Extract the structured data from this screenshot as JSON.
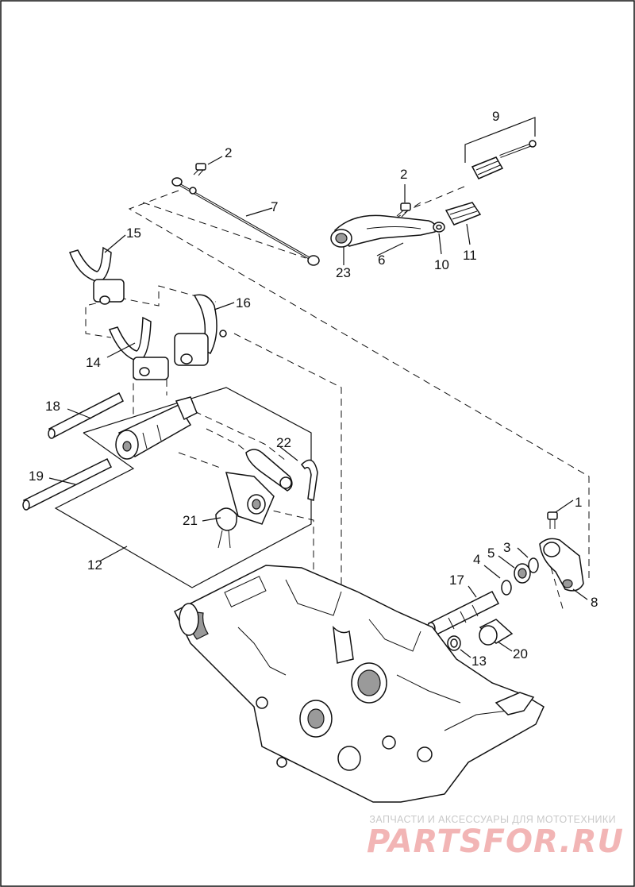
{
  "callouts": {
    "c1": "1",
    "c2a": "2",
    "c2b": "2",
    "c3": "3",
    "c4": "4",
    "c5": "5",
    "c6": "6",
    "c7": "7",
    "c8": "8",
    "c9": "9",
    "c10": "10",
    "c11": "11",
    "c12": "12",
    "c13": "13",
    "c14": "14",
    "c15": "15",
    "c16": "16",
    "c17": "17",
    "c18": "18",
    "c19": "19",
    "c20": "20",
    "c21": "21",
    "c22": "22",
    "c23": "23"
  },
  "watermark": {
    "tagline": "ЗАПЧАСТИ И АКСЕССУАРЫ ДЛЯ МОТОТЕХНИКИ",
    "logo": "PARTSFOR.RU"
  }
}
